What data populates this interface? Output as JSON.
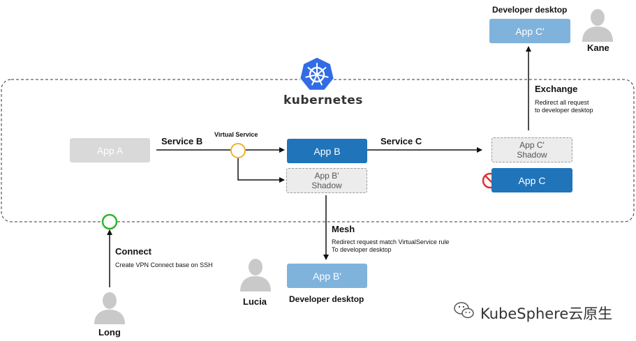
{
  "cluster": {
    "logo_text": "kubernetes"
  },
  "apps": {
    "app_a": "App A",
    "app_b": "App B",
    "app_b_shadow": [
      "App B'",
      "Shadow"
    ],
    "app_c": "App C",
    "app_c_shadow": [
      "App C'",
      "Shadow"
    ],
    "app_b_dev": "App B'",
    "app_c_dev": "App C'"
  },
  "labels": {
    "service_b": "Service B",
    "service_c": "Service C",
    "virtual_service": "Virtual Service",
    "mesh": "Mesh",
    "mesh_desc_line1": "Redirect request match VirtualService rule",
    "mesh_desc_line2": "To developer desktop",
    "exchange": "Exchange",
    "exchange_desc_line1": "Redirect all request",
    "exchange_desc_line2": "to developer desktop",
    "connect": "Connect",
    "connect_desc": "Create VPN Connect base on SSH",
    "developer_desktop_top": "Developer desktop",
    "developer_desktop_bottom": "Developer desktop"
  },
  "people": {
    "kane": "Kane",
    "lucia": "Lucia",
    "long": "Long"
  },
  "watermark": "KubeSphere云原生",
  "colors": {
    "app_blue": "#1f74ba",
    "app_light_blue": "#7fb3dc",
    "app_grey": "#d9d9d9",
    "virtual_service_ring": "#f0b323",
    "connect_ring": "#2db52d",
    "blocked": "#e03030",
    "k8s_blue": "#326ce5"
  }
}
